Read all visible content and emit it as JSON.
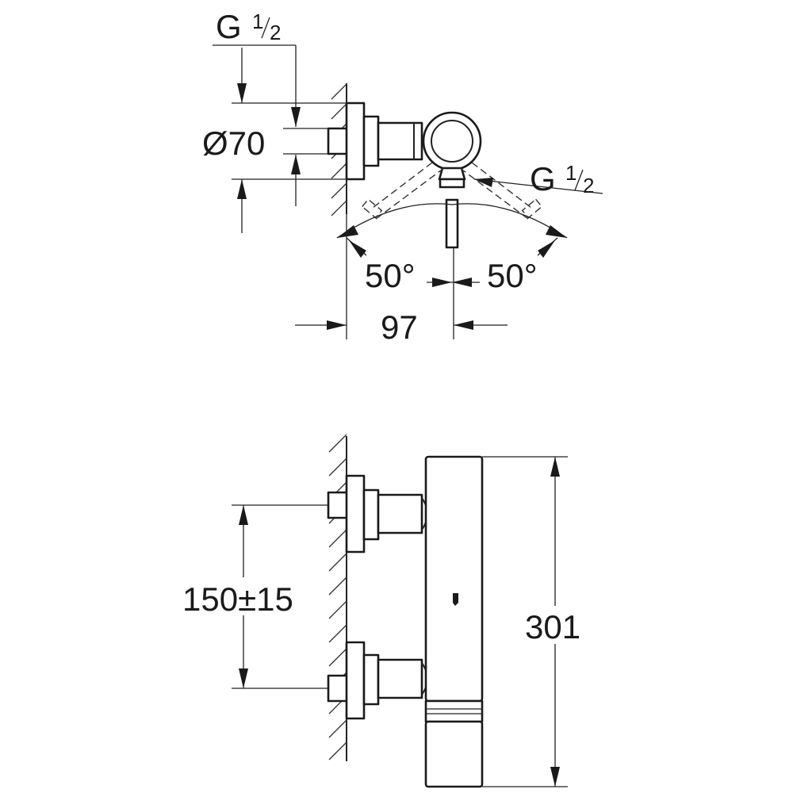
{
  "top_view": {
    "thread_left": {
      "main": "G",
      "num": "1",
      "den": "2"
    },
    "thread_right": {
      "main": "G",
      "num": "1",
      "den": "2"
    },
    "diameter": "Ø70",
    "angle_left": "50°",
    "angle_right": "50°",
    "depth": "97"
  },
  "front_view": {
    "spacing": "150±15",
    "height": "301"
  }
}
